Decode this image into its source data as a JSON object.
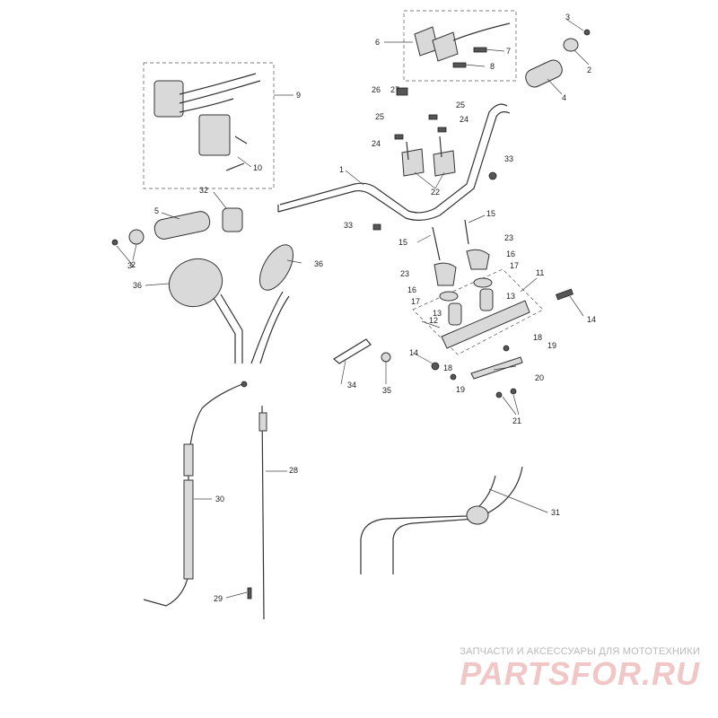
{
  "callouts": {
    "c1": "1",
    "c2a": "2",
    "c2b": "2",
    "c3a": "3",
    "c3b": "3",
    "c4": "4",
    "c5": "5",
    "c6": "6",
    "c7": "7",
    "c8": "8",
    "c9": "9",
    "c10": "10",
    "c11": "11",
    "c12": "12",
    "c13a": "13",
    "c13b": "13",
    "c14a": "14",
    "c14b": "14",
    "c15a": "15",
    "c15b": "15",
    "c16a": "16",
    "c16b": "16",
    "c17a": "17",
    "c17b": "17",
    "c18a": "18",
    "c18b": "18",
    "c19a": "19",
    "c19b": "19",
    "c20": "20",
    "c21": "21",
    "c22": "22",
    "c23a": "23",
    "c23b": "23",
    "c24a": "24",
    "c24b": "24",
    "c25a": "25",
    "c25b": "25",
    "c26": "26",
    "c27": "27",
    "c28": "28",
    "c29": "29",
    "c30": "30",
    "c31": "31",
    "c32": "32",
    "c33a": "33",
    "c33b": "33",
    "c34": "34",
    "c35": "35",
    "c36a": "36",
    "c36b": "36"
  },
  "watermark": {
    "tagline": "ЗАПЧАСТИ И АКСЕССУАРЫ ДЛЯ МОТОТЕХНИКИ",
    "logo": "PARTSFOR.RU"
  }
}
